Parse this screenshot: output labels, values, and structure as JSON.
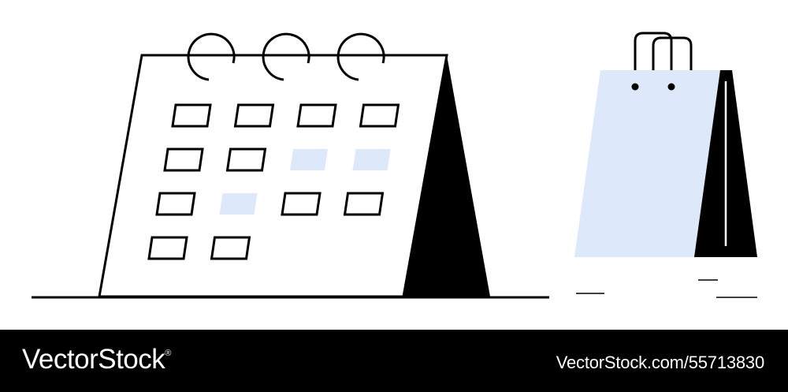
{
  "illustration": {
    "subjects": [
      "calendar-icon",
      "shopping-bag-icon"
    ],
    "colors": {
      "stroke": "#000000",
      "fill_dark": "#000000",
      "highlight": "#dde8fa",
      "background": "#ffffff"
    },
    "calendar": {
      "rings": 3,
      "grid_rows": 4,
      "grid_cols": 4,
      "cells_per_row": [
        4,
        4,
        4,
        2
      ],
      "highlighted_cells": [
        [
          1,
          2
        ],
        [
          1,
          3
        ],
        [
          2,
          1
        ]
      ]
    }
  },
  "footer": {
    "brand": "VectorStock",
    "brand_mark": "®",
    "image_id": "VectorStock.com/55713830",
    "background": "#000000",
    "text_color": "#ffffff"
  }
}
